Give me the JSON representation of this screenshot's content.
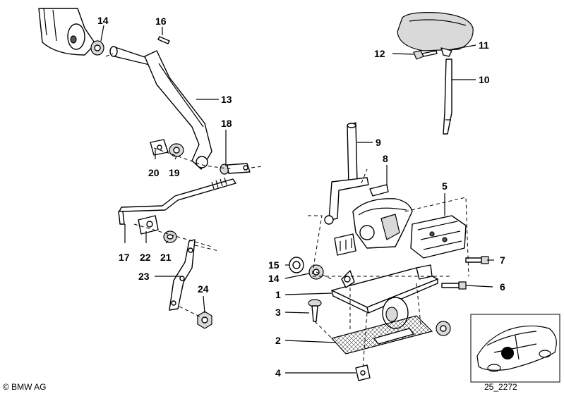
{
  "callouts": [
    "1",
    "2",
    "3",
    "4",
    "5",
    "6",
    "7",
    "8",
    "9",
    "10",
    "11",
    "12",
    "13",
    "14",
    "15",
    "16",
    "17",
    "18",
    "19",
    "20",
    "21",
    "22",
    "23",
    "24",
    "14"
  ],
  "copyright": "© BMW AG",
  "diagram_code": "25_2272"
}
